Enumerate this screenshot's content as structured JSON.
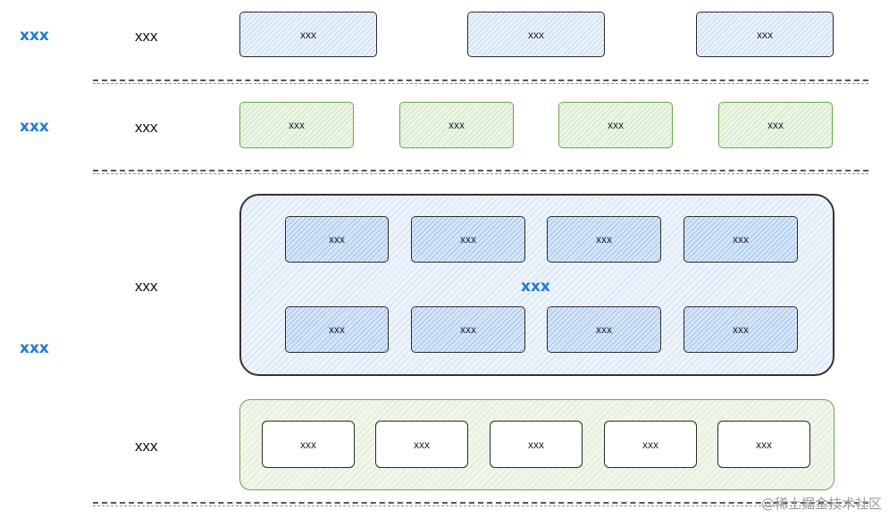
{
  "labels": {
    "row1_left": "xxx",
    "row1_right": "xxx",
    "row2_left": "xxx",
    "row2_right": "xxx",
    "row34_left": "xxx",
    "row3_right": "xxx",
    "row4_right": "xxx",
    "container_label": "xxx"
  },
  "row1_boxes": [
    "xxx",
    "xxx",
    "xxx"
  ],
  "row2_boxes": [
    "xxx",
    "xxx",
    "xxx",
    "xxx"
  ],
  "container_top_boxes": [
    "xxx",
    "xxx",
    "xxx",
    "xxx"
  ],
  "container_bottom_boxes": [
    "xxx",
    "xxx",
    "xxx",
    "xxx"
  ],
  "row4_boxes": [
    "xxx",
    "xxx",
    "xxx",
    "xxx",
    "xxx"
  ],
  "watermark": "@稀土掘金技术社区"
}
